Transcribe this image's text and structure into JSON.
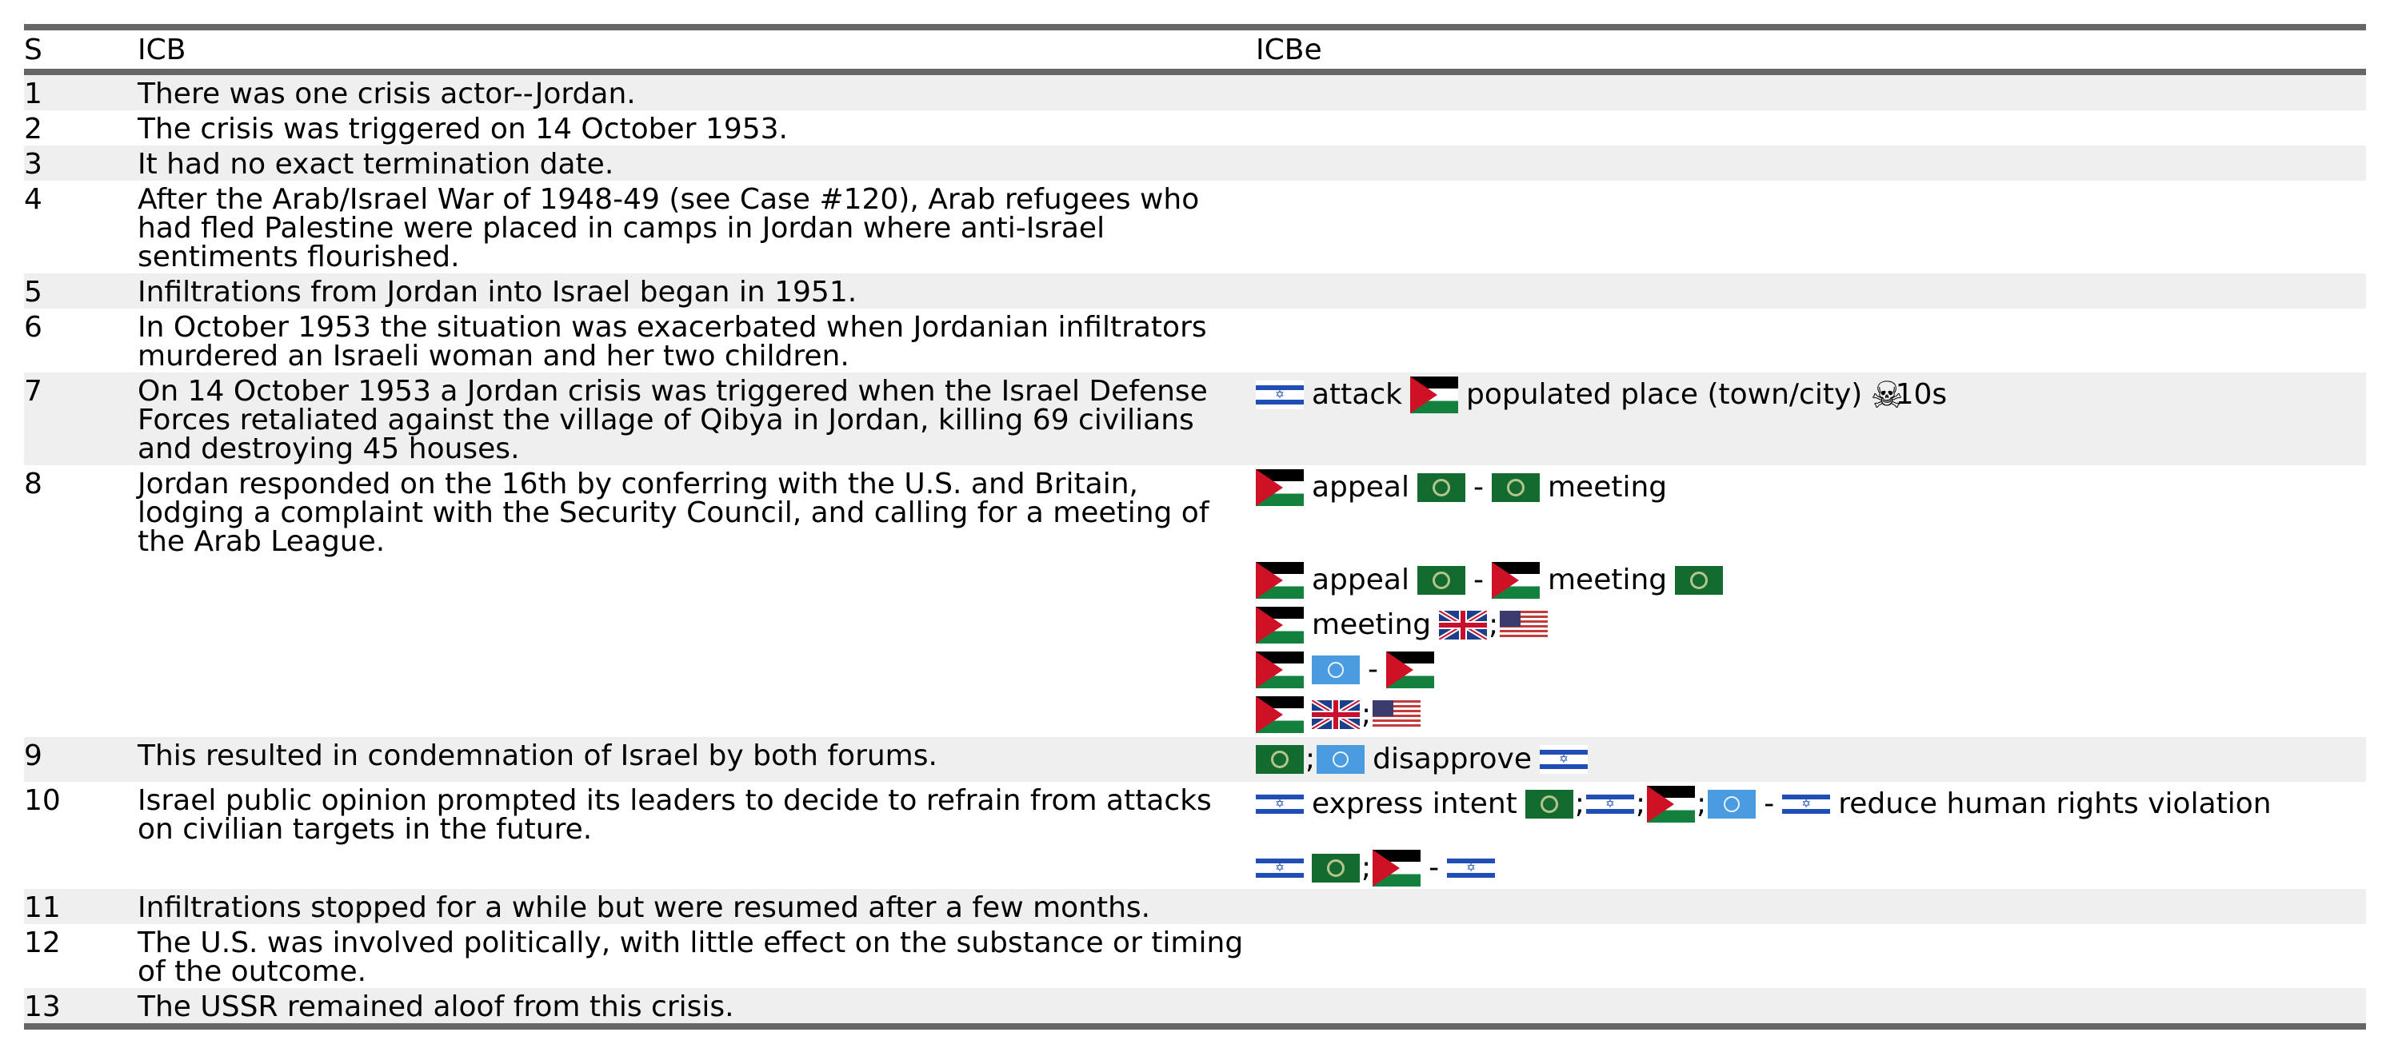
{
  "headers": {
    "s": "S",
    "icb": "ICB",
    "icbe": "ICBe"
  },
  "rows": [
    {
      "s": "1",
      "icb": "There was one crisis actor--Jordan."
    },
    {
      "s": "2",
      "icb": "The crisis was triggered on 14 October 1953."
    },
    {
      "s": "3",
      "icb": "It had no exact termination date."
    },
    {
      "s": "4",
      "icb": "After the Arab/Israel War of 1948-49 (see Case #120), Arab refugees who had fled Palestine were placed in camps in Jordan where anti-Israel sentiments flourished."
    },
    {
      "s": "5",
      "icb": "Infiltrations from Jordan into Israel began in 1951."
    },
    {
      "s": "6",
      "icb": "In October 1953 the situation was exacerbated when Jordanian infiltrators murdered an Israeli woman and her two children."
    },
    {
      "s": "7",
      "icb": "On 14 October 1953 a Jordan crisis was triggered when the Israel Defense Forces retaliated against the village of Qibya in Jordan, killing 69 civilians and destroying 45 houses."
    },
    {
      "s": "8",
      "icb": "Jordan responded on the 16th by conferring with the U.S. and Britain, lodging a complaint with the Security Council, and calling for a meeting of the Arab League."
    },
    {
      "s": "9",
      "icb": "This resulted in condemnation of Israel by both forums."
    },
    {
      "s": "10",
      "icb": "Israel public opinion prompted its leaders to decide to refrain from attacks on civilian targets in the future."
    },
    {
      "s": "11",
      "icb": "Infiltrations stopped for a while but were resumed after a few months."
    },
    {
      "s": "12",
      "icb": "The U.S. was involved politically, with little effect on the substance or timing of the outcome."
    },
    {
      "s": "13",
      "icb": "The USSR remained aloof from this crisis."
    }
  ],
  "icbe": {
    "r7": {
      "attack": "attack",
      "place": "populated place (town/city)",
      "deaths": "10s",
      "skull_icon": "skull-crossbones-icon"
    },
    "r8": {
      "appeal": "appeal",
      "dash": "-",
      "meeting": "meeting",
      "semi": ";"
    },
    "r9": {
      "semi": ";",
      "disapprove": "disapprove"
    },
    "r10": {
      "express": "express intent",
      "semi": ";",
      "dash": "-",
      "reduce": "reduce human rights violation"
    }
  },
  "flags": {
    "israel": "israel-flag-icon",
    "jordan": "jordan-flag-icon",
    "arab_league": "arab-league-flag-icon",
    "un": "un-flag-icon",
    "uk": "uk-flag-icon",
    "usa": "usa-flag-icon"
  },
  "colors": {
    "rule": "#666666",
    "shade": "#efefef"
  }
}
